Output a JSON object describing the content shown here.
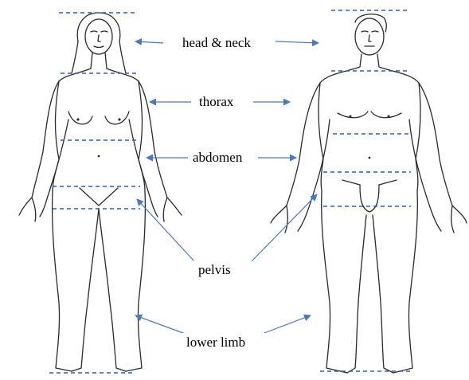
{
  "labels": {
    "head_neck": "head & neck",
    "thorax": "thorax",
    "abdomen": "abdomen",
    "pelvis": "pelvis",
    "lower_limb": "lower limb"
  },
  "colors": {
    "dashed_line": "#2f5fb3",
    "arrow": "#4a78c4",
    "outline": "#2a2a2a"
  }
}
